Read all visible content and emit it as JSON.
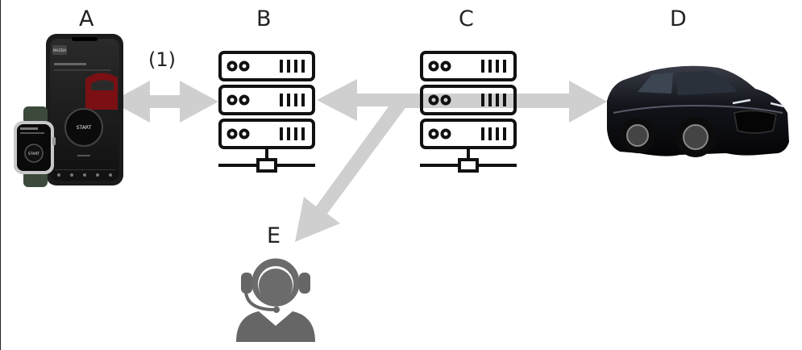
{
  "labels": {
    "a": "A",
    "b": "B",
    "c": "C",
    "d": "D",
    "e": "E",
    "edge_1": "(1)"
  },
  "phone": {
    "start_text": "START",
    "brand_text": "MAZDA"
  },
  "watch": {
    "start_text": "START"
  },
  "colors": {
    "arrow": "#cfcfcf",
    "server": "#111111",
    "agent": "#666666",
    "phone": "#1b1b1b",
    "car": "#0d0d12"
  }
}
